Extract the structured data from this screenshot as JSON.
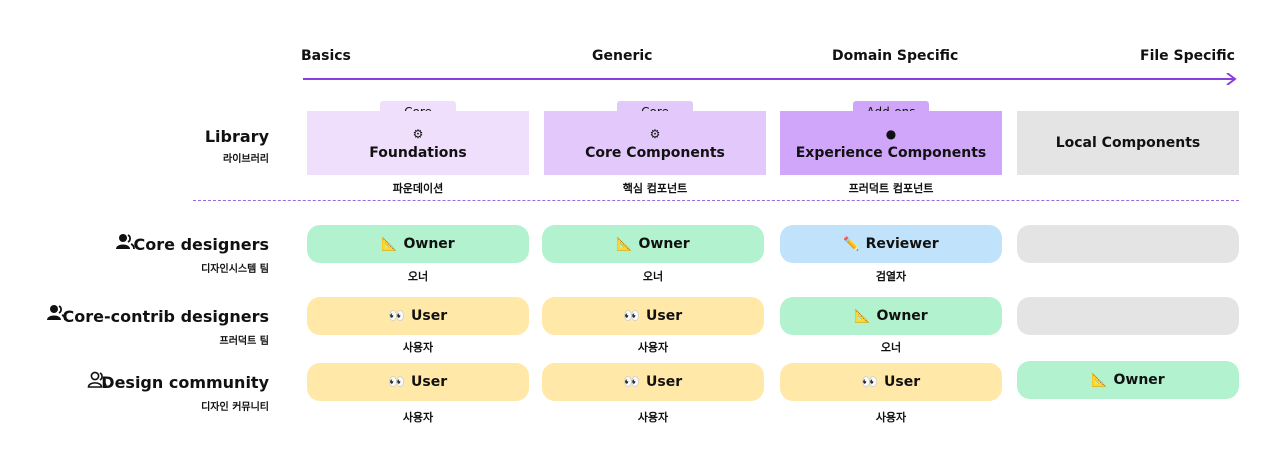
{
  "stages": [
    "Basics",
    "Generic",
    "Domain Specific",
    "File Specific"
  ],
  "library": {
    "label": "Library",
    "label_ko": "라이브러리",
    "items": [
      {
        "tab": "Core",
        "icon": "⚙",
        "name": "Foundations",
        "ko": "파운데이션",
        "color": "#efdffc"
      },
      {
        "tab": "Core",
        "icon": "⚙",
        "name": "Core Components",
        "ko": "핵심 컴포넌트",
        "color": "#e3c9fb"
      },
      {
        "tab": "Add-ons",
        "icon": "●",
        "name": "Experience Components",
        "ko": "프러덕트 컴포넌트",
        "color": "#d0a6fa"
      },
      {
        "tab": "",
        "icon": "",
        "name": "Local Components",
        "ko": "",
        "color": "#e4e4e4"
      }
    ]
  },
  "rows": [
    {
      "label": "Core designers",
      "label_ko": "디자인시스템 팀",
      "icon": "people-icon",
      "cells": [
        {
          "emoji": "📐",
          "role": "Owner",
          "ko": "오너",
          "kind": "owner"
        },
        {
          "emoji": "📐",
          "role": "Owner",
          "ko": "오너",
          "kind": "owner"
        },
        {
          "emoji": "✏️",
          "role": "Reviewer",
          "ko": "검열자",
          "kind": "review"
        },
        {
          "emoji": "",
          "role": "",
          "ko": "",
          "kind": "empty"
        }
      ]
    },
    {
      "label": "Core-contrib designers",
      "label_ko": "프러덕트 팀",
      "icon": "people-icon",
      "cells": [
        {
          "emoji": "👀",
          "role": "User",
          "ko": "사용자",
          "kind": "user"
        },
        {
          "emoji": "👀",
          "role": "User",
          "ko": "사용자",
          "kind": "user"
        },
        {
          "emoji": "📐",
          "role": "Owner",
          "ko": "오너",
          "kind": "owner"
        },
        {
          "emoji": "",
          "role": "",
          "ko": "",
          "kind": "empty"
        }
      ]
    },
    {
      "label": "Design community",
      "label_ko": "디자인 커뮤니티",
      "icon": "people-outline-icon",
      "cells": [
        {
          "emoji": "👀",
          "role": "User",
          "ko": "사용자",
          "kind": "user"
        },
        {
          "emoji": "👀",
          "role": "User",
          "ko": "사용자",
          "kind": "user"
        },
        {
          "emoji": "👀",
          "role": "User",
          "ko": "사용자",
          "kind": "user"
        },
        {
          "emoji": "📐",
          "role": "Owner",
          "ko": "",
          "kind": "owner"
        }
      ]
    }
  ],
  "colors": {
    "arrow": "#8a3ee0",
    "owner": "#b2f2cf",
    "user": "#ffe8a8",
    "reviewer": "#c0e3fb",
    "empty": "#e4e4e4"
  }
}
